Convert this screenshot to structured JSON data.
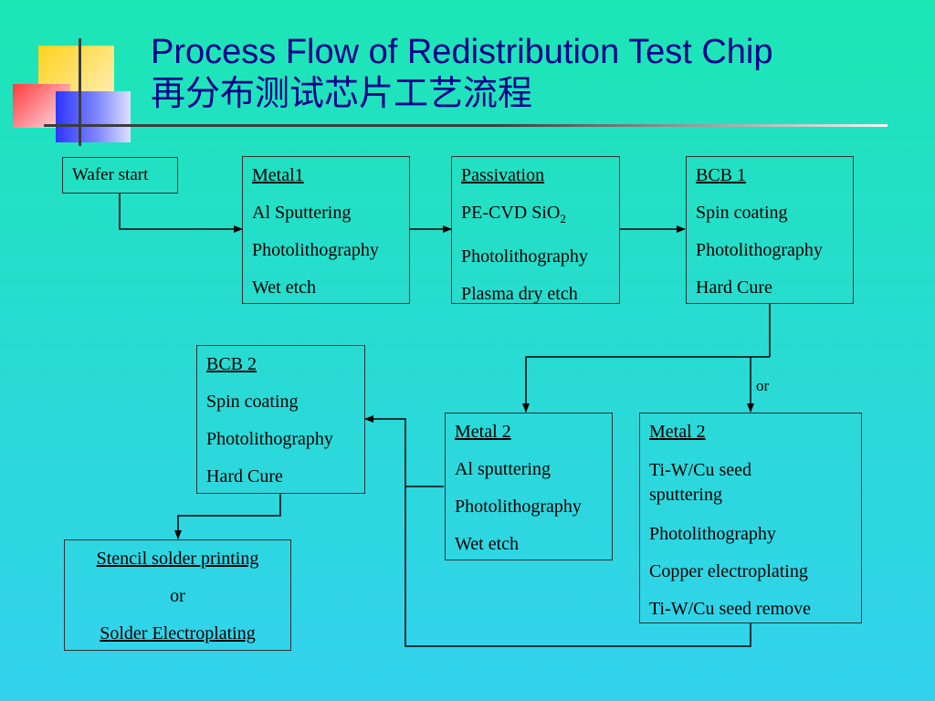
{
  "title": {
    "line1": "Process Flow of Redistribution Test Chip",
    "line2": "再分布测试芯片工艺流程"
  },
  "boxes": {
    "wafer": {
      "label": "Wafer start"
    },
    "metal1": {
      "head": "Metal1",
      "steps": [
        "Al Sputtering",
        "Photolithography",
        "Wet etch"
      ]
    },
    "passivation": {
      "head": "Passivation",
      "step1_main": "PE-CVD SiO",
      "step1_sub": "2",
      "steps": [
        "Photolithography",
        "Plasma dry etch"
      ]
    },
    "bcb1": {
      "head": "BCB 1",
      "steps": [
        "Spin coating",
        "Photolithography",
        "Hard Cure"
      ]
    },
    "bcb2": {
      "head": "BCB 2",
      "steps": [
        "Spin coating",
        "Photolithography",
        "Hard Cure"
      ]
    },
    "metal2_al": {
      "head": "Metal 2",
      "steps": [
        "Al sputtering",
        "Photolithography",
        "Wet etch"
      ]
    },
    "metal2_cu": {
      "head": "Metal 2",
      "steps": [
        "Ti-W/Cu seed sputtering",
        "Photolithography",
        "Copper electroplating",
        "Ti-W/Cu seed remove"
      ]
    },
    "solder": {
      "option1": "Stencil solder printing",
      "or": "or",
      "option2": "Solder Electroplating"
    }
  },
  "labels": {
    "or_branch": "or"
  },
  "colors": {
    "title": "#00008b",
    "line": "#000000"
  },
  "icons": {
    "arrowhead": "triangle-arrow"
  }
}
